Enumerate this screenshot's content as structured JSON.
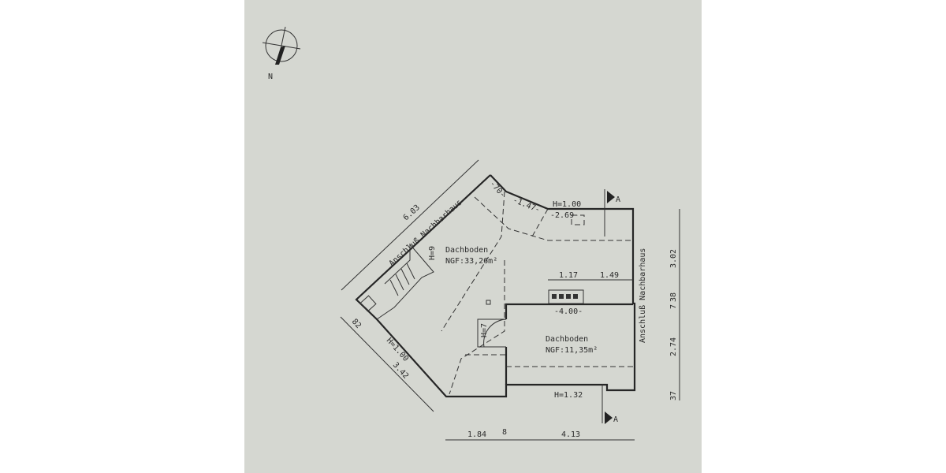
{
  "north_label": "N",
  "section_label": "A",
  "rooms": [
    {
      "name": "Dachboden",
      "area": "NGF:33,26m²"
    },
    {
      "name": "Dachboden",
      "area": "NGF:11,35m²"
    }
  ],
  "wall_labels": {
    "left": "Anschluß Nachbarhaus",
    "right": "Anschluß Nachbarhaus"
  },
  "heights": {
    "stair": "H=9",
    "door": "H=7",
    "top": "H=1.00",
    "left": "H=1.00",
    "bottom": "H=1.32"
  },
  "levels": {
    "a": "-70-",
    "b": "-1.47-",
    "c": "-2.69-",
    "d": "-4.00-"
  },
  "dimensions": {
    "diag_top": "6.03",
    "diag_small": "82",
    "diag_bottom": "3.42",
    "inner_a": "1.17",
    "inner_b": "1.49",
    "right_a": "3.02",
    "right_b": "38",
    "right_c": "7",
    "right_d": "2.74",
    "right_e": "37",
    "bottom_a": "1.84",
    "bottom_b": "8",
    "bottom_c": "4.13"
  },
  "colors": {
    "paper": "#d5d7d1",
    "ink": "#262626"
  }
}
